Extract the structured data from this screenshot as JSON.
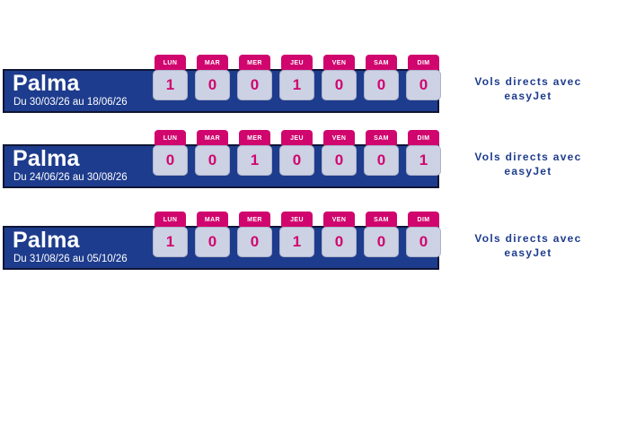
{
  "theme": {
    "accent_pink": "#d0066e",
    "banner_blue": "#1e3c8d",
    "banner_border": "#0f1535",
    "cell_bg": "#ccd1e4",
    "note_blue": "#1e3c8d"
  },
  "day_headers": [
    "LUN",
    "MAR",
    "MER",
    "JEU",
    "VEN",
    "SAM",
    "DIM"
  ],
  "note": {
    "line1": "Vols directs avec",
    "line2": "easyJet"
  },
  "rows": [
    {
      "destination": "Palma",
      "period": "Du 30/03/26 au 18/06/26",
      "flights_per_day": [
        "1",
        "0",
        "0",
        "1",
        "0",
        "0",
        "0"
      ]
    },
    {
      "destination": "Palma",
      "period": "Du 24/06/26 au 30/08/26",
      "flights_per_day": [
        "0",
        "0",
        "1",
        "0",
        "0",
        "0",
        "1"
      ]
    },
    {
      "destination": "Palma",
      "period": "Du 31/08/26 au 05/10/26",
      "flights_per_day": [
        "1",
        "0",
        "0",
        "1",
        "0",
        "0",
        "0"
      ]
    }
  ]
}
